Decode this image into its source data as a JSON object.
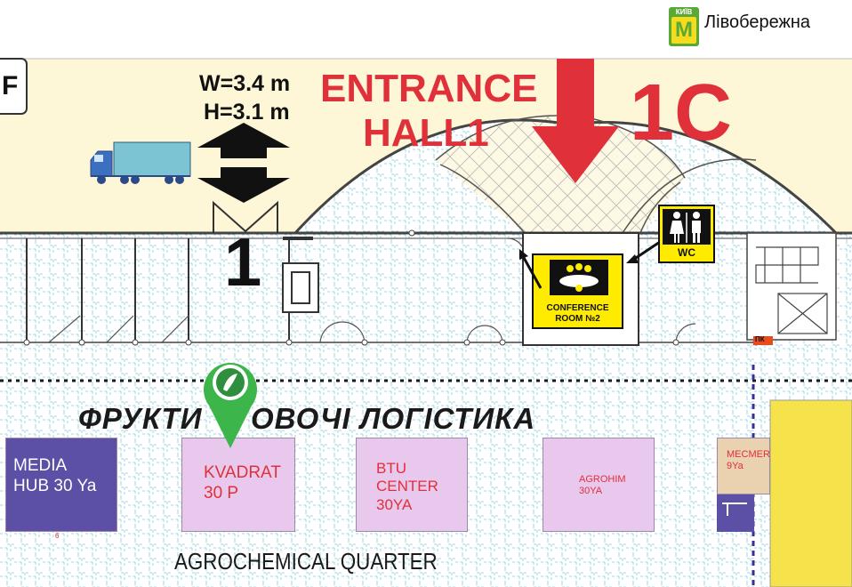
{
  "header": {
    "metro_logo_text": "КИЇВ",
    "metro_logo_letter": "М",
    "metro_station": "Лівобережна"
  },
  "entrance": {
    "width_label": "W=3.4 m",
    "height_label": "H=3.1 m",
    "gate_number": "1",
    "hall_title_line1": "ENTRANCE",
    "hall_title_line2": "HALL1",
    "hall_code": "1C"
  },
  "facilities": {
    "conference_label_line1": "CONFERENCE",
    "conference_label_line2": "ROOM №2",
    "wc_label": "WC",
    "fire_hydrant_label": "ПК",
    "left_sign_letter": "F"
  },
  "zones": {
    "top_zone_title": "ФРУКТИ",
    "top_zone_title_rest": "ОВОЧІ ЛОГІСТИКА",
    "bottom_zone_title": "AGROCHEMICAL QUARTER"
  },
  "stands": [
    {
      "name": "MEDIA\nHUB 30 Ya",
      "fill": "#5b4fa6",
      "text_color": "#ffffff"
    },
    {
      "name": "KVADRAT\n30 P",
      "fill": "#e8c8ec",
      "text_color": "#e0303a"
    },
    {
      "name": "BTU\nCENTER\n30YA",
      "fill": "#e8c8ec",
      "text_color": "#e0303a"
    },
    {
      "name": "AGROHIM\n30YA",
      "fill": "#e8c8ec",
      "text_color": "#e0303a"
    },
    {
      "name": "MECMER\n9Ya",
      "fill": "#ead1b0",
      "text_color": "#e0303a"
    }
  ],
  "small_numbers": {
    "stand_corner": "6"
  },
  "colors": {
    "accent_red": "#e0303a",
    "floor_line": "#9fd6e6",
    "outer_yellow": "#fef7d7",
    "metro_green": "#5aa937",
    "metro_yellow": "#f6dc1c",
    "sign_yellow": "#ffeb00"
  },
  "icons": [
    "truck-icon",
    "double-arrow-icon",
    "down-arrow-icon",
    "map-pin-icon",
    "metro-logo-icon",
    "wc-icon",
    "conference-icon"
  ]
}
